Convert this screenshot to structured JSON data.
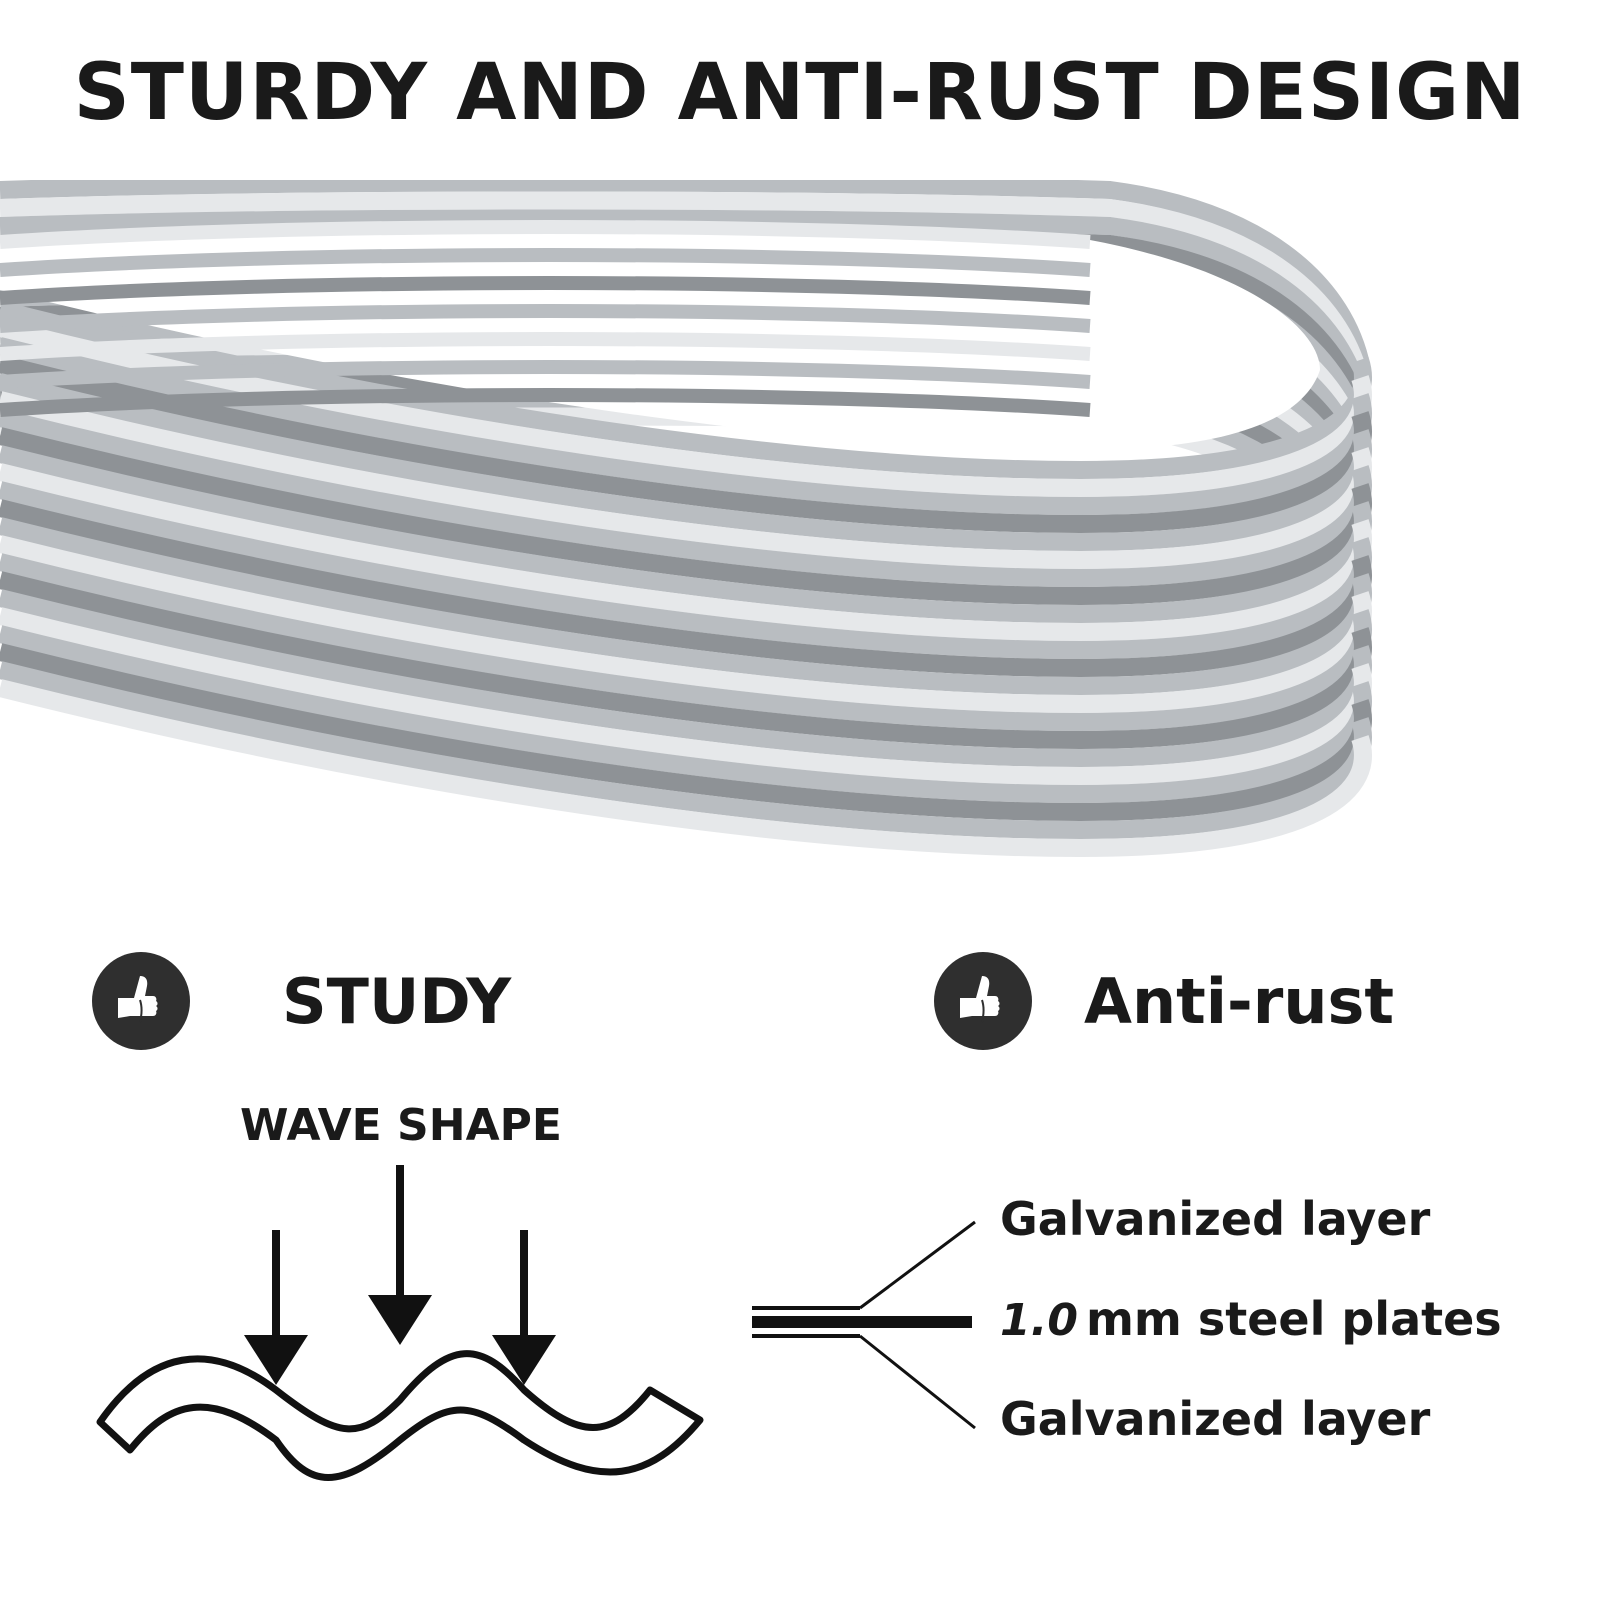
{
  "title": "STURDY AND ANTI-RUST DESIGN",
  "features": [
    {
      "icon": "thumbs-up-icon",
      "label": "STUDY"
    },
    {
      "icon": "thumbs-up-icon",
      "label": "Anti-rust"
    }
  ],
  "wave": {
    "label": "WAVE SHAPE"
  },
  "layers": {
    "top": "Galvanized layer",
    "middle_thickness": "1.0",
    "middle_text": "mm steel plates",
    "bottom": "Galvanized layer"
  },
  "colors": {
    "text": "#1a1a1a",
    "badge": "#2f2f2f",
    "steel_light": "#e6e8ea",
    "steel_mid": "#b9bdc1",
    "steel_dark": "#8e9296"
  }
}
